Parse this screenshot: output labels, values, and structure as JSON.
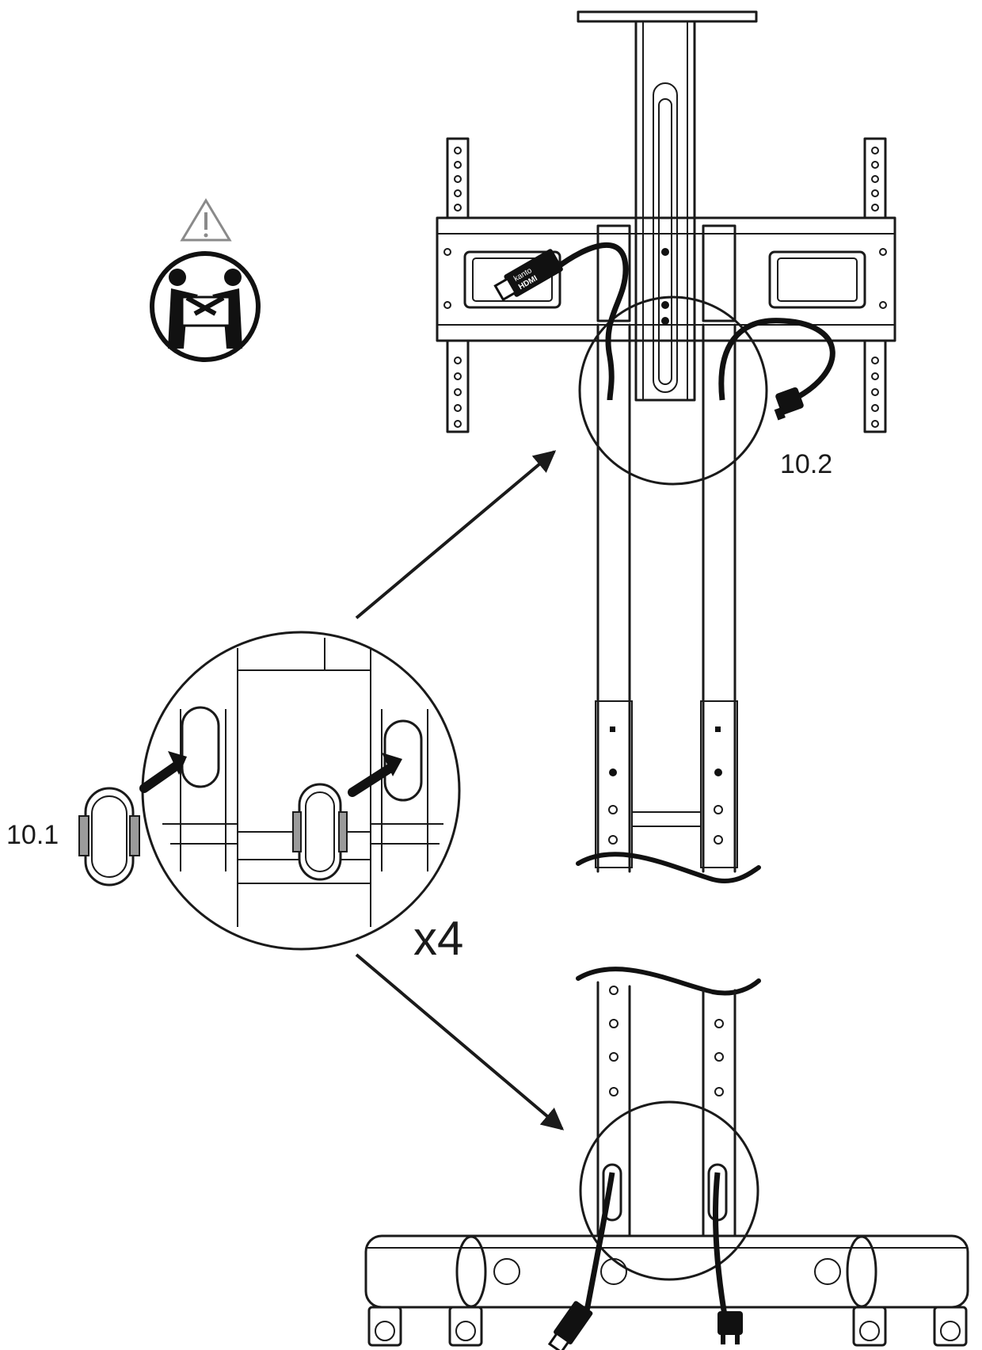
{
  "labels": {
    "step_10_1": "10.1",
    "step_10_2": "10.2",
    "quantity": "x4"
  },
  "cable_brand": {
    "hdmi_brand": "kanto",
    "hdmi_text": "HDMI"
  },
  "icons": {
    "warning": "warning-triangle-icon",
    "two_person_lift": "two-person-lift-icon"
  },
  "colors": {
    "line": "#1a1a1a",
    "clip_band": "#9a9a9a"
  }
}
